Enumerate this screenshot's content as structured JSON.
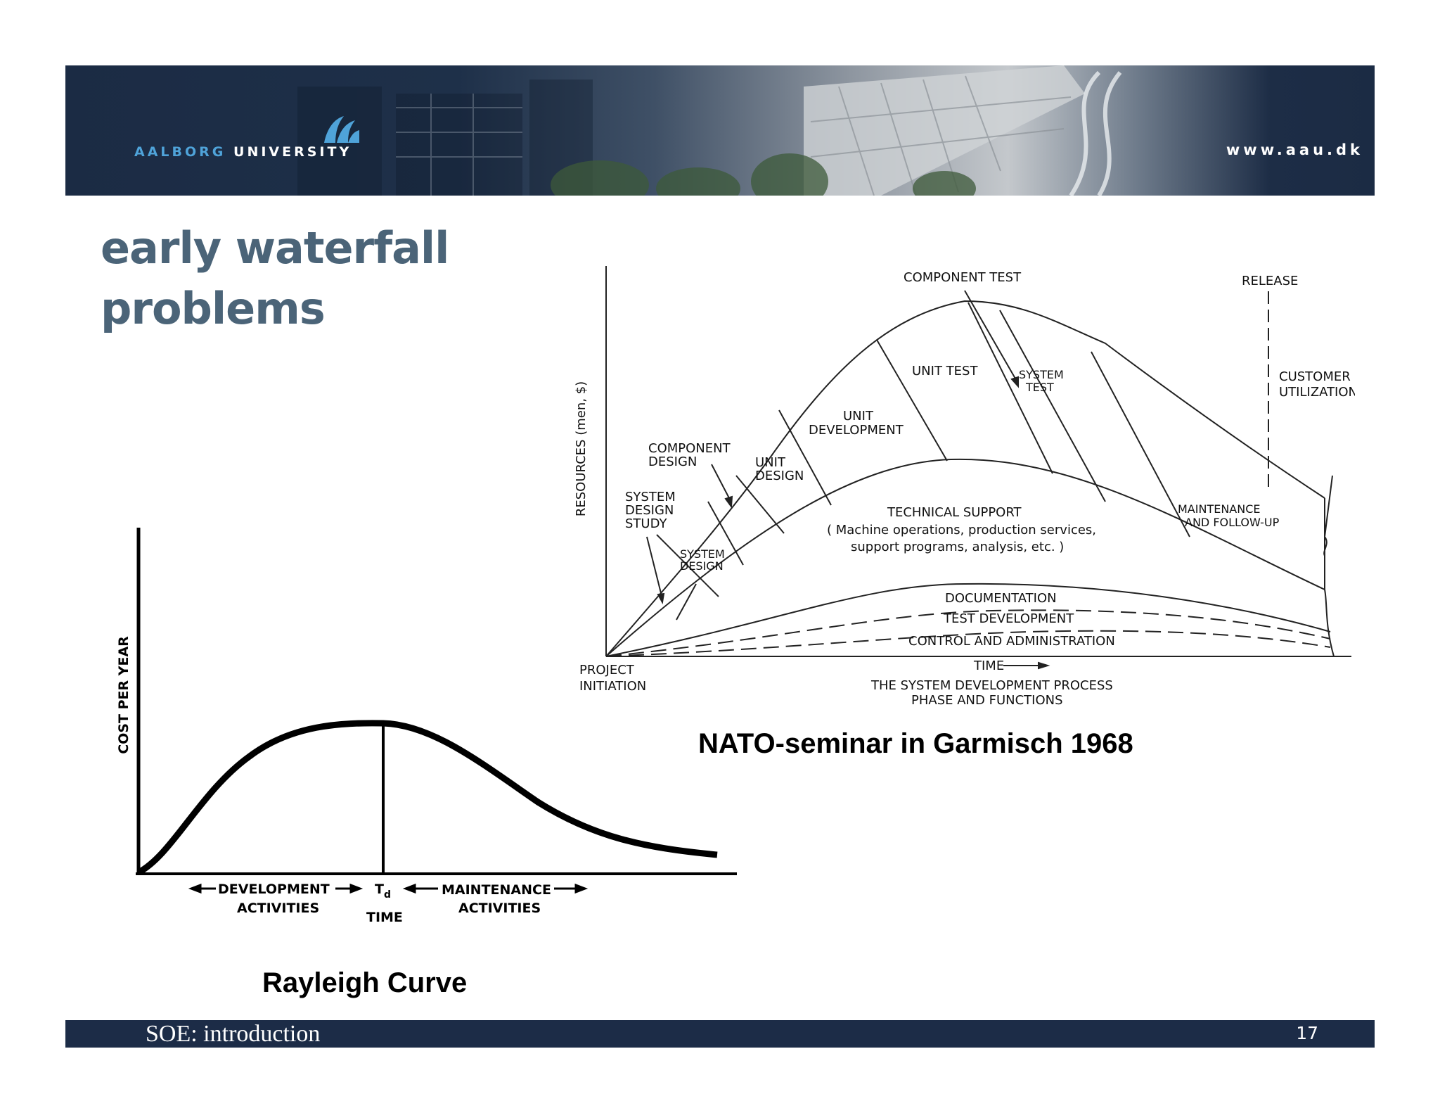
{
  "header": {
    "logo_word1": "AALBORG",
    "logo_word2": "UNIVERSITY",
    "url": "www.aau.dk"
  },
  "slide": {
    "title_line1": "early waterfall",
    "title_line2": "problems"
  },
  "nato_figure": {
    "y_axis_label": "RESOURCES (men, $)",
    "labels": {
      "component_test": "COMPONENT TEST",
      "release": "RELEASE",
      "unit_test": "UNIT TEST",
      "system_test_1": "SYSTEM",
      "system_test_2": "TEST",
      "customer_1": "CUSTOMER",
      "customer_2": "UTILIZATION",
      "unit_dev_1": "UNIT",
      "unit_dev_2": "DEVELOPMENT",
      "comp_design_1": "COMPONENT",
      "comp_design_2": "DESIGN",
      "unit_design_1": "UNIT",
      "unit_design_2": "DESIGN",
      "sds_1": "SYSTEM",
      "sds_2": "DESIGN",
      "sds_3": "STUDY",
      "sys_design_1": "SYSTEM",
      "sys_design_2": "DESIGN",
      "tech_support": "TECHNICAL SUPPORT",
      "tech_support_note_1": "( Machine operations, production services,",
      "tech_support_note_2": "support programs, analysis, etc. )",
      "maint_1": "MAINTENANCE",
      "maint_2": "AND FOLLOW-UP",
      "documentation": "DOCUMENTATION",
      "test_development": "TEST DEVELOPMENT",
      "control_admin": "CONTROL AND ADMINISTRATION",
      "project_1": "PROJECT",
      "project_2": "INITIATION",
      "time": "TIME",
      "process_1": "THE SYSTEM DEVELOPMENT PROCESS",
      "process_2": "PHASE AND FUNCTIONS"
    },
    "caption": "NATO-seminar in Garmisch 1968"
  },
  "rayleigh_figure": {
    "y_axis_label": "COST PER YEAR",
    "development_1": "DEVELOPMENT",
    "development_2": "ACTIVITIES",
    "td": "T",
    "td_sub": "d",
    "time": "TIME",
    "maintenance_1": "MAINTENANCE",
    "maintenance_2": "ACTIVITIES",
    "caption": "Rayleigh Curve"
  },
  "footer": {
    "left": "SOE: introduction",
    "page_number": "17"
  }
}
